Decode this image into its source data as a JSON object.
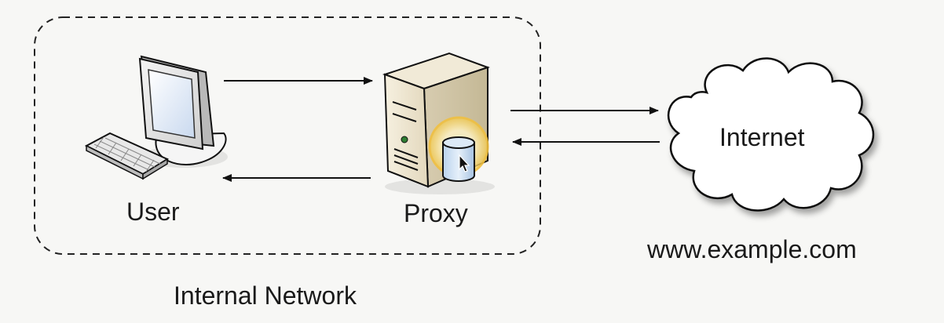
{
  "diagram": {
    "nodes": {
      "user": {
        "label": "User"
      },
      "proxy": {
        "label": "Proxy"
      },
      "internet": {
        "label": "Internet"
      }
    },
    "internal_network_label": "Internal Network",
    "cloud_caption": "www.example.com",
    "edges": [
      {
        "from": "user",
        "to": "proxy",
        "direction": "forward"
      },
      {
        "from": "proxy",
        "to": "user",
        "direction": "forward"
      },
      {
        "from": "proxy",
        "to": "internet",
        "direction": "forward"
      },
      {
        "from": "internet",
        "to": "proxy",
        "direction": "forward"
      }
    ],
    "icons": [
      "computer-icon",
      "server-icon",
      "database-icon",
      "cloud-icon",
      "mouse-cursor-icon"
    ],
    "colors": {
      "stroke": "#111111",
      "boundary": "#222222",
      "highlight": "#f0c040",
      "screen": "#dfe9f7",
      "server_body": "#ece4d0"
    }
  }
}
